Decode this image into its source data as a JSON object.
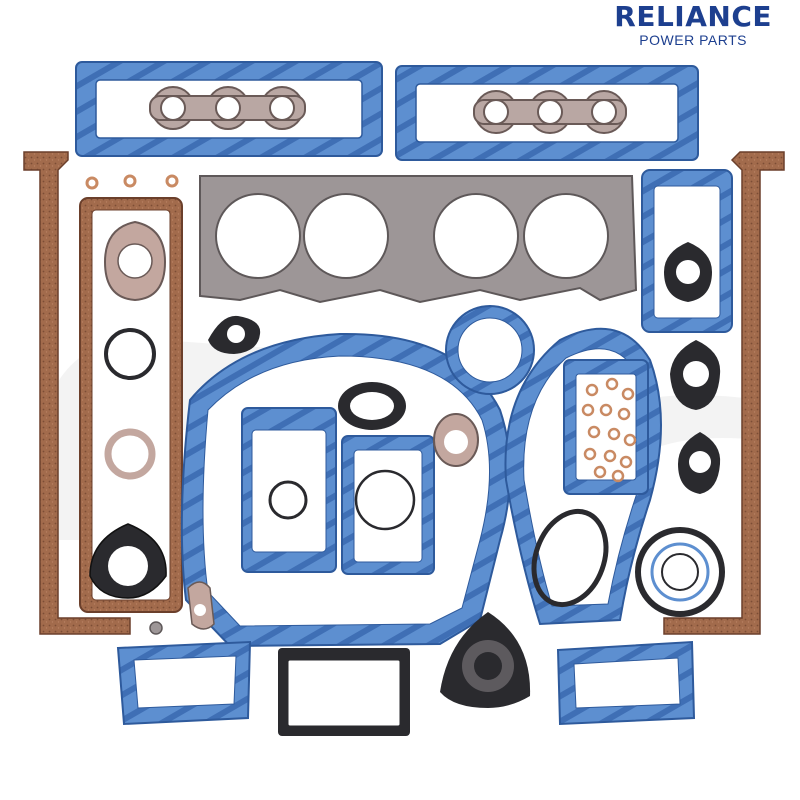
{
  "logo": {
    "name": "RELIANCE",
    "tagline": "POWER PARTS"
  },
  "colors": {
    "blue_gasket": "#5d8fd0",
    "blue_stripe": "#3f6fb5",
    "blue_edge": "#2e5a9c",
    "cork": "#a26b4c",
    "cork_edge": "#6b3f2b",
    "steel": "#9d9697",
    "steel_edge": "#5e5859",
    "black_seal": "#2a2a2e",
    "copper": "#c98a63",
    "brand": "#1d3f8f"
  },
  "scene": {
    "description_shown": "engine gasket kit laid out on white background",
    "watermark": "faint grey brand watermark behind parts"
  }
}
